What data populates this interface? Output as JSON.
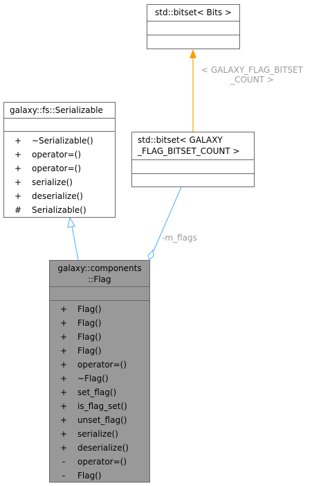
{
  "bitset_template": {
    "title": "std::bitset< Bits >"
  },
  "bitset_instance": {
    "title": "std::bitset< GALAXY\n_FLAG_BITSET_COUNT >"
  },
  "serializable": {
    "title": "galaxy::fs::Serializable",
    "members": [
      {
        "vis": "+",
        "name": "~Serializable()"
      },
      {
        "vis": "+",
        "name": "operator=()"
      },
      {
        "vis": "+",
        "name": "operator=()"
      },
      {
        "vis": "+",
        "name": "serialize()"
      },
      {
        "vis": "+",
        "name": "deserialize()"
      },
      {
        "vis": "#",
        "name": "Serializable()"
      }
    ]
  },
  "flag": {
    "title": "galaxy::components\n::Flag",
    "members": [
      {
        "vis": "+",
        "name": "Flag()"
      },
      {
        "vis": "+",
        "name": "Flag()"
      },
      {
        "vis": "+",
        "name": "Flag()"
      },
      {
        "vis": "+",
        "name": "Flag()"
      },
      {
        "vis": "+",
        "name": "operator=()"
      },
      {
        "vis": "+",
        "name": "~Flag()"
      },
      {
        "vis": "+",
        "name": "set_flag()"
      },
      {
        "vis": "+",
        "name": "is_flag_set()"
      },
      {
        "vis": "+",
        "name": "unset_flag()"
      },
      {
        "vis": "+",
        "name": "serialize()"
      },
      {
        "vis": "+",
        "name": "deserialize()"
      },
      {
        "vis": "-",
        "name": "operator=()"
      },
      {
        "vis": "-",
        "name": "Flag()"
      }
    ]
  },
  "edges": {
    "template_label": "< GALAXY_FLAG_BITSET\n_COUNT >",
    "member_label": "-m_flags"
  },
  "colors": {
    "template_edge": "#f5a000",
    "edge": "#63b8ff",
    "focus_fill": "#999999",
    "border": "#666666",
    "label": "#9a9a9a"
  }
}
